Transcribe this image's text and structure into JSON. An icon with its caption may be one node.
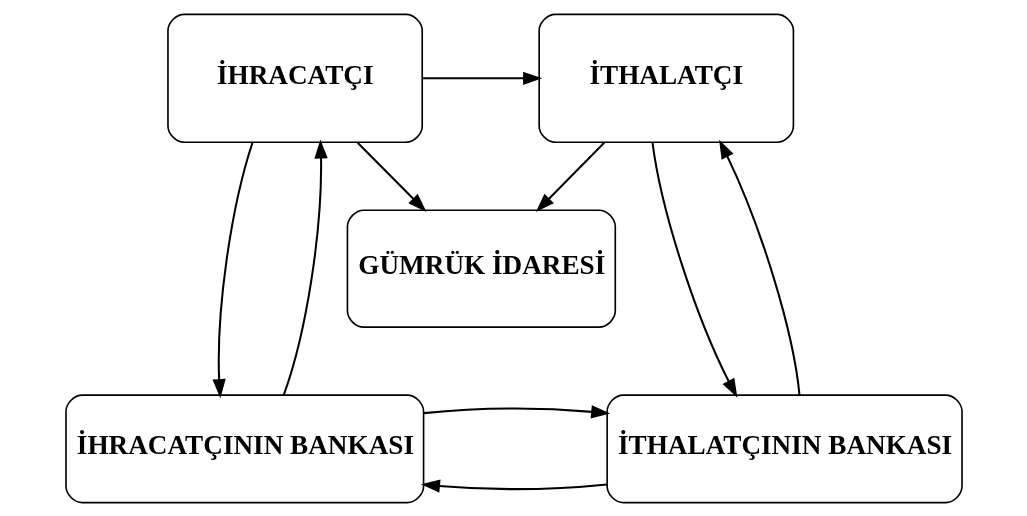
{
  "diagram": {
    "nodes": [
      {
        "text": [
          "İHRACATÇI"
        ]
      },
      {
        "text": [
          "İTHALATÇI"
        ]
      },
      {
        "text": [
          "GÜMRÜK İDARESİ"
        ]
      },
      {
        "text": [
          "İHRACATÇININ BANKASI"
        ]
      },
      {
        "text": [
          "İTHALATÇININ BANKASI"
        ]
      }
    ],
    "edges": [
      {
        "from": 0,
        "to": 1,
        "arrow": "to"
      },
      {
        "from": 0,
        "to": 2,
        "arrow": "to"
      },
      {
        "from": 1,
        "to": 2,
        "arrow": "to"
      },
      {
        "from": 0,
        "to": 3,
        "arrow": "to"
      },
      {
        "from": 3,
        "to": 0,
        "arrow": "to"
      },
      {
        "from": 1,
        "to": 4,
        "arrow": "to"
      },
      {
        "from": 4,
        "to": 1,
        "arrow": "to"
      },
      {
        "from": 4,
        "to": 3,
        "arrow": "to"
      },
      {
        "from": 3,
        "to": 4,
        "arrow": "to"
      }
    ]
  }
}
